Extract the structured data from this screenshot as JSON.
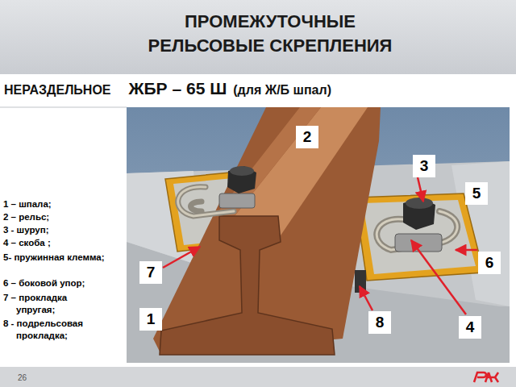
{
  "diagram": {
    "title": "ПРОМЕЖУТОЧНЫЕ РЕЛЬСОВЫЕ СКРЕПЛЕНИЯ",
    "labels": [
      "НЕРАЗДЕЛЬНОЕ",
      "ЖБР – 65 Ш",
      "(для Ж/Б шпал)",
      "1 – шпала;",
      "2 – рельс;",
      "3 - шуруп;",
      "4 – скоба ;",
      "5- пружинная клемма;",
      "6 – боковой упор;",
      "7 – прокладка упругая;",
      "8 - подрельсовая прокладка;",
      "2",
      "3",
      "5",
      "6",
      "7",
      "1",
      "8",
      "4",
      "26"
    ]
  }
}
